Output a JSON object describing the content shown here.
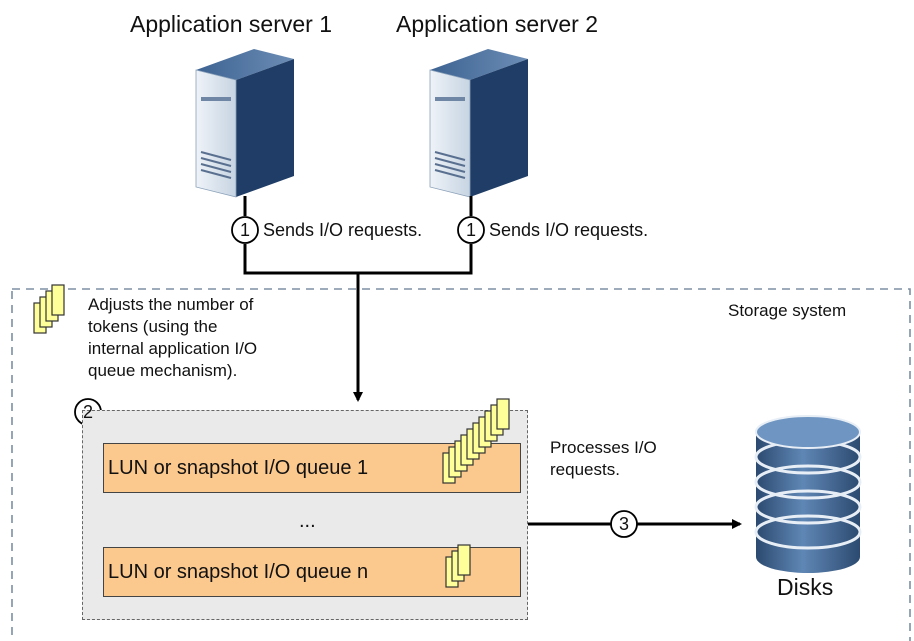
{
  "servers": [
    {
      "title": "Application server 1",
      "step_number": "1",
      "step_text": "Sends I/O requests."
    },
    {
      "title": "Application server 2",
      "step_number": "1",
      "step_text": "Sends I/O requests."
    }
  ],
  "storage": {
    "title": "Storage system",
    "token_note": [
      "Adjusts the number of",
      "tokens (using the",
      "internal application I/O",
      "queue mechanism)."
    ],
    "queue_step_number": "2",
    "queues": [
      {
        "label": "LUN or snapshot I/O queue 1"
      },
      {
        "label": "LUN or snapshot I/O queue n"
      }
    ],
    "ellipsis": "...",
    "process_note": [
      "Processes I/O",
      "requests."
    ],
    "process_step_number": "3"
  },
  "disks": {
    "label": "Disks"
  },
  "colors": {
    "queue_fill": "#fbc98e",
    "token_fill": "#ffff99",
    "server_front": "#d9e4ef",
    "server_side": "#1f3d66",
    "disk_fill": "#3a5f8a",
    "boundary": "#7d8fa3"
  }
}
